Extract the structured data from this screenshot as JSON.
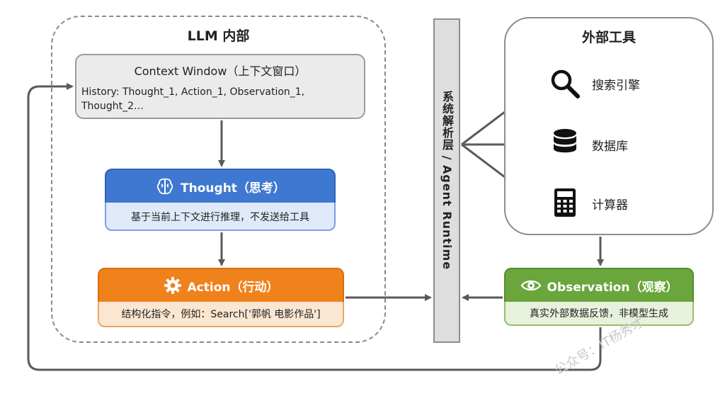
{
  "llm": {
    "title": "LLM 内部",
    "context": {
      "title": "Context Window（上下文窗口）",
      "history_line1": "History: Thought_1, Action_1, Observation_1,",
      "history_line2": "Thought_2…"
    },
    "thought": {
      "label": "Thought（思考）",
      "desc": "基于当前上下文进行推理，不发送给工具",
      "icon": "brain-icon",
      "color": "#3f78d0"
    },
    "action": {
      "label": "Action（行动）",
      "desc": "结构化指令，例如：Search['郭帆 电影作品']",
      "icon": "gear-icon",
      "color": "#f0821c"
    }
  },
  "runtime": {
    "label": "系统解析层 / Agent Runtime"
  },
  "tools": {
    "title": "外部工具",
    "items": [
      {
        "label": "搜索引擎",
        "icon": "magnifier-icon"
      },
      {
        "label": "数据库",
        "icon": "database-icon"
      },
      {
        "label": "计算器",
        "icon": "calculator-icon"
      }
    ]
  },
  "observation": {
    "label": "Observation（观察）",
    "desc": "真实外部数据反馈，非模型生成",
    "icon": "eye-icon",
    "color": "#6aa63c"
  },
  "watermark": "公众号：IT杨秀才"
}
